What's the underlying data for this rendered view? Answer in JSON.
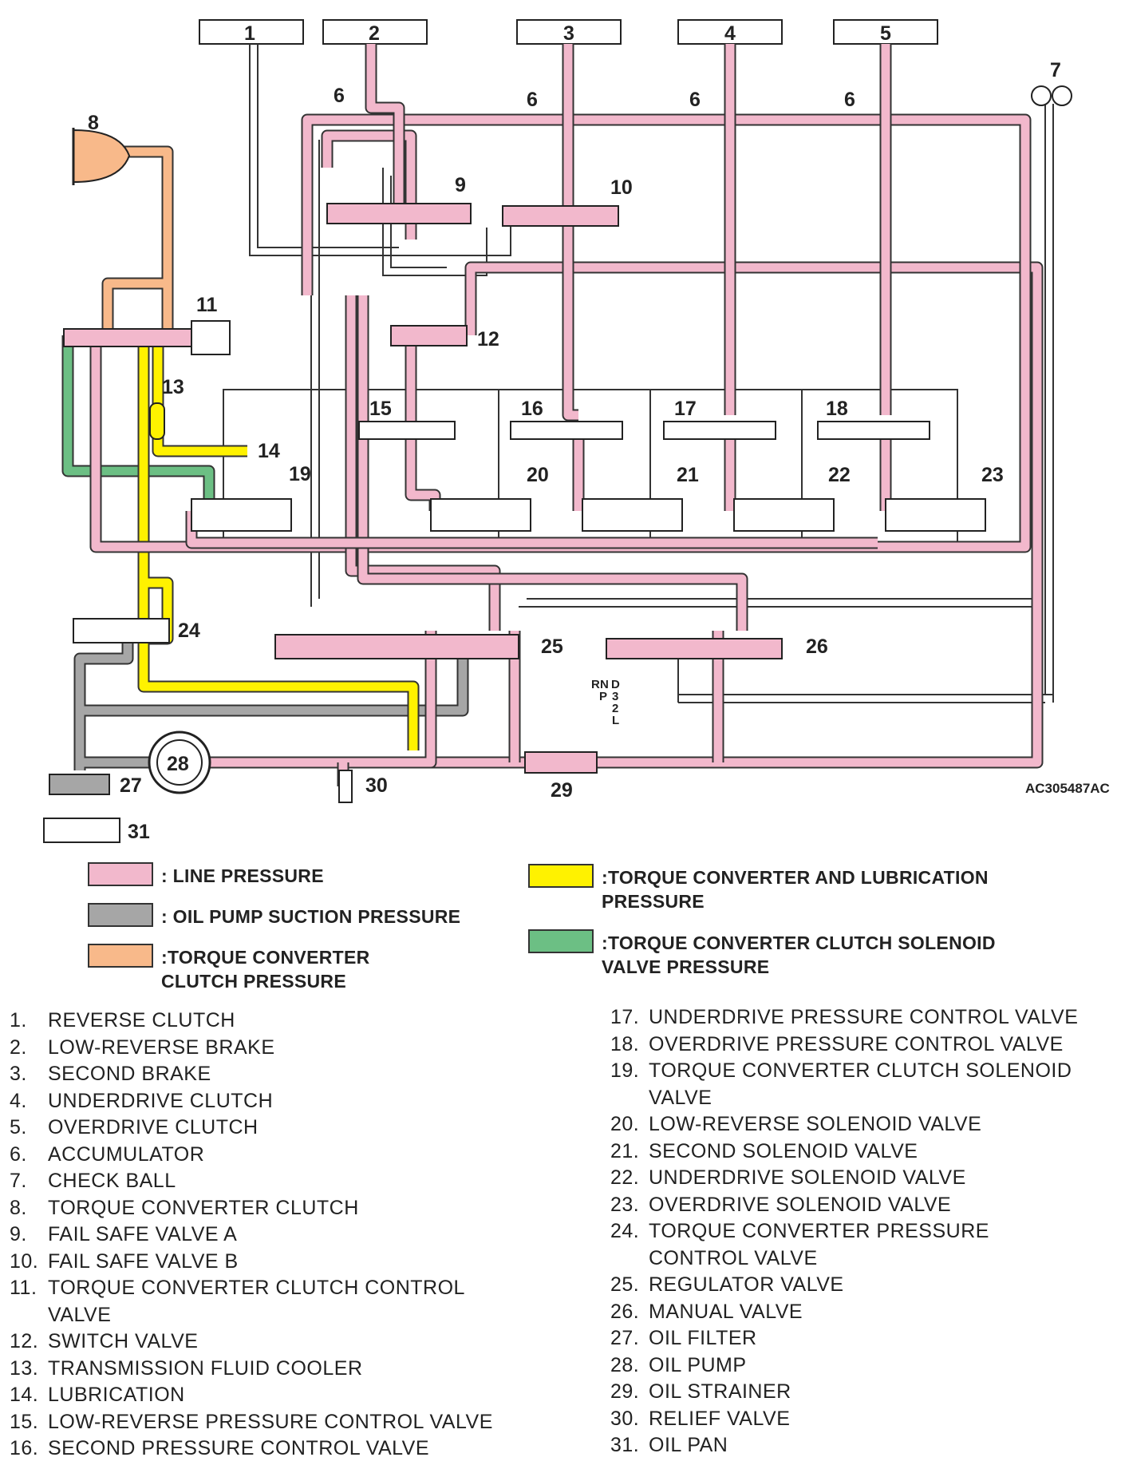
{
  "diagram": {
    "code": "AC305487AC",
    "labels": [
      "1",
      "2",
      "3",
      "4",
      "5",
      "6",
      "7",
      "8",
      "9",
      "10",
      "11",
      "12",
      "13",
      "14",
      "15",
      "16",
      "17",
      "18",
      "19",
      "20",
      "21",
      "22",
      "23",
      "24",
      "25",
      "26",
      "27",
      "28",
      "29",
      "30",
      "31"
    ],
    "manual_positions": [
      "R",
      "N",
      "D",
      "P",
      "3",
      "2",
      "L"
    ],
    "colors": {
      "line": "#f2b8cc",
      "suction": "#a6a6a6",
      "tcc": "#f8b98a",
      "converter": "#fff200",
      "solenoid": "#6cbf84"
    }
  },
  "legend": [
    {
      "color": "#f2b8cc",
      "label": ": LINE PRESSURE"
    },
    {
      "color": "#a6a6a6",
      "label": ": OIL PUMP SUCTION PRESSURE"
    },
    {
      "color": "#f8b98a",
      "label": ":TORQUE CONVERTER CLUTCH PRESSURE"
    },
    {
      "color": "#fff200",
      "label": ":TORQUE CONVERTER AND LUBRICATION PRESSURE"
    },
    {
      "color": "#6cbf84",
      "label": ":TORQUE CONVERTER CLUTCH SOLENOID VALVE PRESSURE"
    }
  ],
  "parts_left": [
    {
      "n": "1.",
      "t": "REVERSE CLUTCH"
    },
    {
      "n": "2.",
      "t": "LOW-REVERSE BRAKE"
    },
    {
      "n": "3.",
      "t": "SECOND BRAKE"
    },
    {
      "n": "4.",
      "t": "UNDERDRIVE CLUTCH"
    },
    {
      "n": "5.",
      "t": "OVERDRIVE CLUTCH"
    },
    {
      "n": "6.",
      "t": "ACCUMULATOR"
    },
    {
      "n": "7.",
      "t": "CHECK BALL"
    },
    {
      "n": "8.",
      "t": "TORQUE CONVERTER CLUTCH"
    },
    {
      "n": "9.",
      "t": "FAIL SAFE VALVE A"
    },
    {
      "n": "10.",
      "t": "FAIL SAFE VALVE B"
    },
    {
      "n": "11.",
      "t": "TORQUE CONVERTER CLUTCH CONTROL VALVE"
    },
    {
      "n": "12.",
      "t": "SWITCH VALVE"
    },
    {
      "n": "13.",
      "t": "TRANSMISSION FLUID COOLER"
    },
    {
      "n": "14.",
      "t": "LUBRICATION"
    },
    {
      "n": "15.",
      "t": "LOW-REVERSE PRESSURE CONTROL VALVE"
    },
    {
      "n": "16.",
      "t": "SECOND PRESSURE CONTROL VALVE"
    }
  ],
  "parts_right": [
    {
      "n": "17.",
      "t": "UNDERDRIVE PRESSURE CONTROL VALVE"
    },
    {
      "n": "18.",
      "t": "OVERDRIVE PRESSURE CONTROL VALVE"
    },
    {
      "n": "19.",
      "t": "TORQUE CONVERTER CLUTCH SOLENOID VALVE"
    },
    {
      "n": "20.",
      "t": "LOW-REVERSE SOLENOID VALVE"
    },
    {
      "n": "21.",
      "t": "SECOND SOLENOID VALVE"
    },
    {
      "n": "22.",
      "t": "UNDERDRIVE SOLENOID VALVE"
    },
    {
      "n": "23.",
      "t": "OVERDRIVE SOLENOID VALVE"
    },
    {
      "n": "24.",
      "t": "TORQUE CONVERTER PRESSURE CONTROL VALVE"
    },
    {
      "n": "25.",
      "t": "REGULATOR VALVE"
    },
    {
      "n": "26.",
      "t": "MANUAL VALVE"
    },
    {
      "n": "27.",
      "t": "OIL FILTER"
    },
    {
      "n": "28.",
      "t": "OIL PUMP"
    },
    {
      "n": "29.",
      "t": "OIL STRAINER"
    },
    {
      "n": "30.",
      "t": "RELIEF VALVE"
    },
    {
      "n": "31.",
      "t": "OIL PAN"
    }
  ]
}
